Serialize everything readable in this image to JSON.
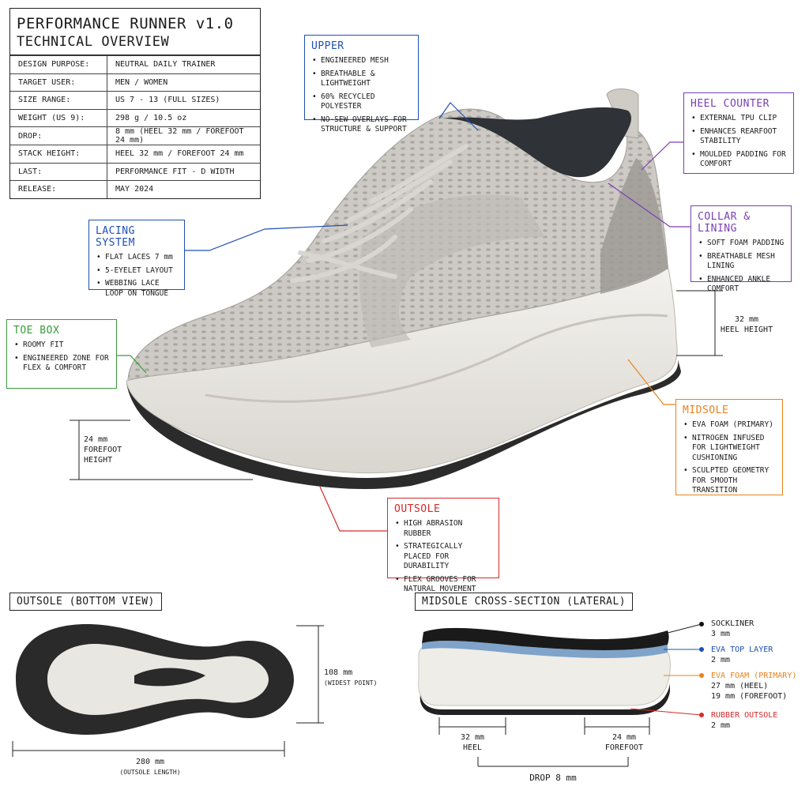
{
  "header": {
    "title": "PERFORMANCE RUNNER v1.0",
    "subtitle": "TECHNICAL OVERVIEW"
  },
  "specs": [
    {
      "key": "DESIGN PURPOSE:",
      "value": "NEUTRAL DAILY TRAINER"
    },
    {
      "key": "TARGET USER:",
      "value": "MEN / WOMEN"
    },
    {
      "key": "SIZE RANGE:",
      "value": "US 7 - 13 (FULL SIZES)"
    },
    {
      "key": "WEIGHT (US 9):",
      "value": "298 g / 10.5 oz"
    },
    {
      "key": "DROP:",
      "value": "8 mm (HEEL 32 mm / FOREFOOT 24 mm)"
    },
    {
      "key": "STACK HEIGHT:",
      "value": "HEEL 32 mm / FOREFOOT 24 mm"
    },
    {
      "key": "LAST:",
      "value": "PERFORMANCE FIT - D WIDTH"
    },
    {
      "key": "RELEASE:",
      "value": "MAY 2024"
    }
  ],
  "callouts": {
    "upper": {
      "title": "UPPER",
      "items": [
        "ENGINEERED MESH",
        "BREATHABLE & LIGHTWEIGHT",
        "60% RECYCLED POLYESTER",
        "NO-SEW OVERLAYS FOR STRUCTURE & SUPPORT"
      ],
      "color": "#1f4fb5"
    },
    "heel_counter": {
      "title": "HEEL COUNTER",
      "items": [
        "EXTERNAL TPU CLIP",
        "ENHANCES REARFOOT STABILITY",
        "MOULDED PADDING FOR COMFORT"
      ],
      "color": "#7b3fb3"
    },
    "collar": {
      "title": "COLLAR & LINING",
      "items": [
        "SOFT FOAM PADDING",
        "BREATHABLE MESH LINING",
        "ENHANCED ANKLE COMFORT"
      ],
      "color": "#7b3fb3"
    },
    "lacing": {
      "title": "LACING SYSTEM",
      "items": [
        "FLAT LACES 7 mm",
        "5-EYELET LAYOUT",
        "WEBBING LACE LOOP ON TONGUE"
      ],
      "color": "#1f4fb5"
    },
    "toe_box": {
      "title": "TOE BOX",
      "items": [
        "ROOMY FIT",
        "ENGINEERED ZONE FOR FLEX & COMFORT"
      ],
      "color": "#3b9a3b"
    },
    "midsole": {
      "title": "MIDSOLE",
      "items": [
        "EVA FOAM (PRIMARY)",
        "NITROGEN INFUSED FOR LIGHTWEIGHT CUSHIONING",
        "SCULPTED GEOMETRY FOR SMOOTH TRANSITION"
      ],
      "color": "#e8821e"
    },
    "outsole": {
      "title": "OUTSOLE",
      "items": [
        "HIGH ABRASION RUBBER",
        "STRATEGICALLY PLACED FOR DURABILITY",
        "FLEX GROOVES FOR NATURAL MOVEMENT"
      ],
      "color": "#d62a2a"
    }
  },
  "dimensions": {
    "heel": {
      "value": "32 mm",
      "label": "HEEL HEIGHT"
    },
    "forefoot": {
      "value": "24 mm",
      "label": "FOREFOOT HEIGHT"
    }
  },
  "bottom_view": {
    "title": "OUTSOLE (BOTTOM VIEW)",
    "width_value": "108 mm",
    "width_label": "(WIDEST POINT)",
    "length_value": "280 mm",
    "length_label": "(OUTSOLE LENGTH)"
  },
  "cross_section": {
    "title": "MIDSOLE CROSS-SECTION (LATERAL)",
    "layers": [
      {
        "name": "SOCKLINER",
        "detail": "3 mm",
        "color": "#111111"
      },
      {
        "name": "EVA TOP LAYER",
        "detail": "2 mm",
        "color": "#1f4fb5"
      },
      {
        "name": "EVA FOAM (PRIMARY)",
        "detail": "27 mm (HEEL)",
        "detail2": "19 mm (FOREFOOT)",
        "color": "#e8821e"
      },
      {
        "name": "RUBBER OUTSOLE",
        "detail": "2 mm",
        "color": "#d62a2a"
      }
    ],
    "heel_value": "32 mm",
    "heel_label": "HEEL",
    "fore_value": "24 mm",
    "fore_label": "FOREFOOT",
    "drop": "DROP 8 mm"
  }
}
